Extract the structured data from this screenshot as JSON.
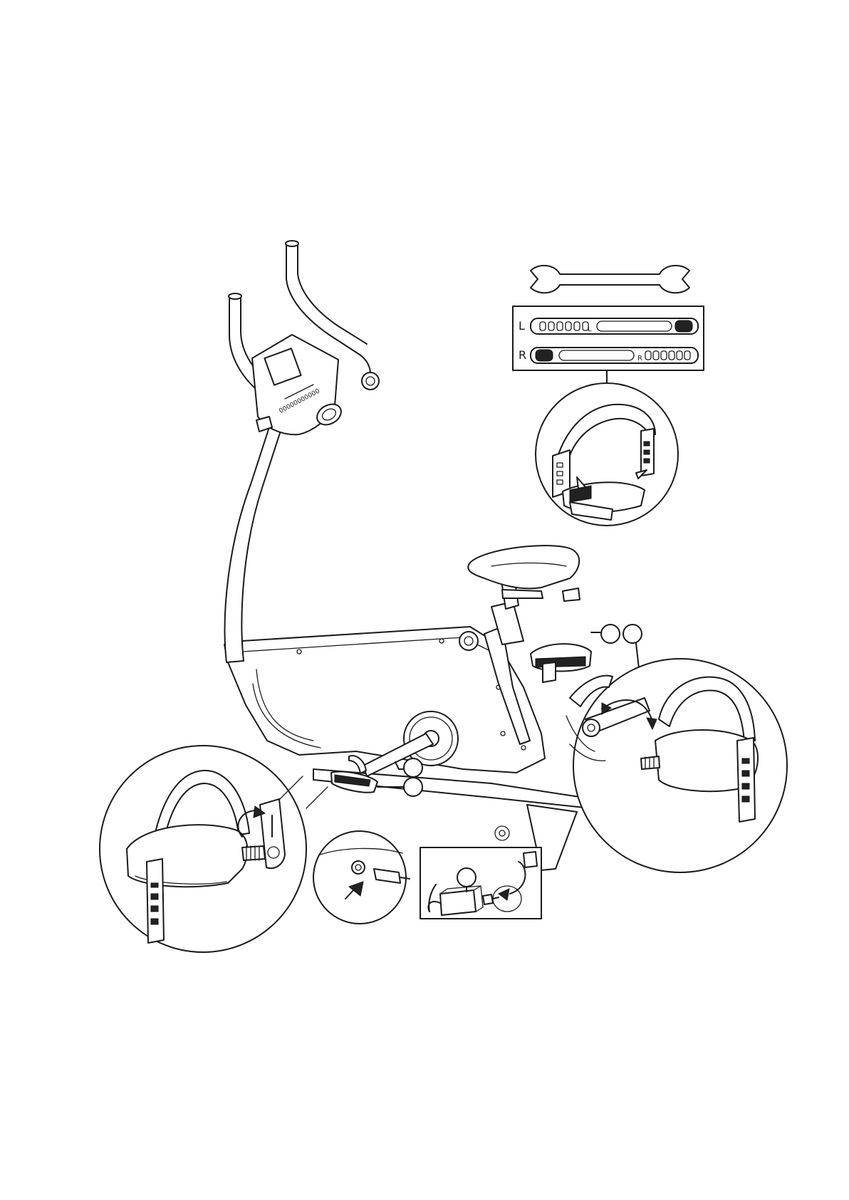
{
  "strap_panel": {
    "left_letter": "L",
    "left_strap_letter": "L",
    "right_letter": "R",
    "right_strap_letter": "R"
  }
}
